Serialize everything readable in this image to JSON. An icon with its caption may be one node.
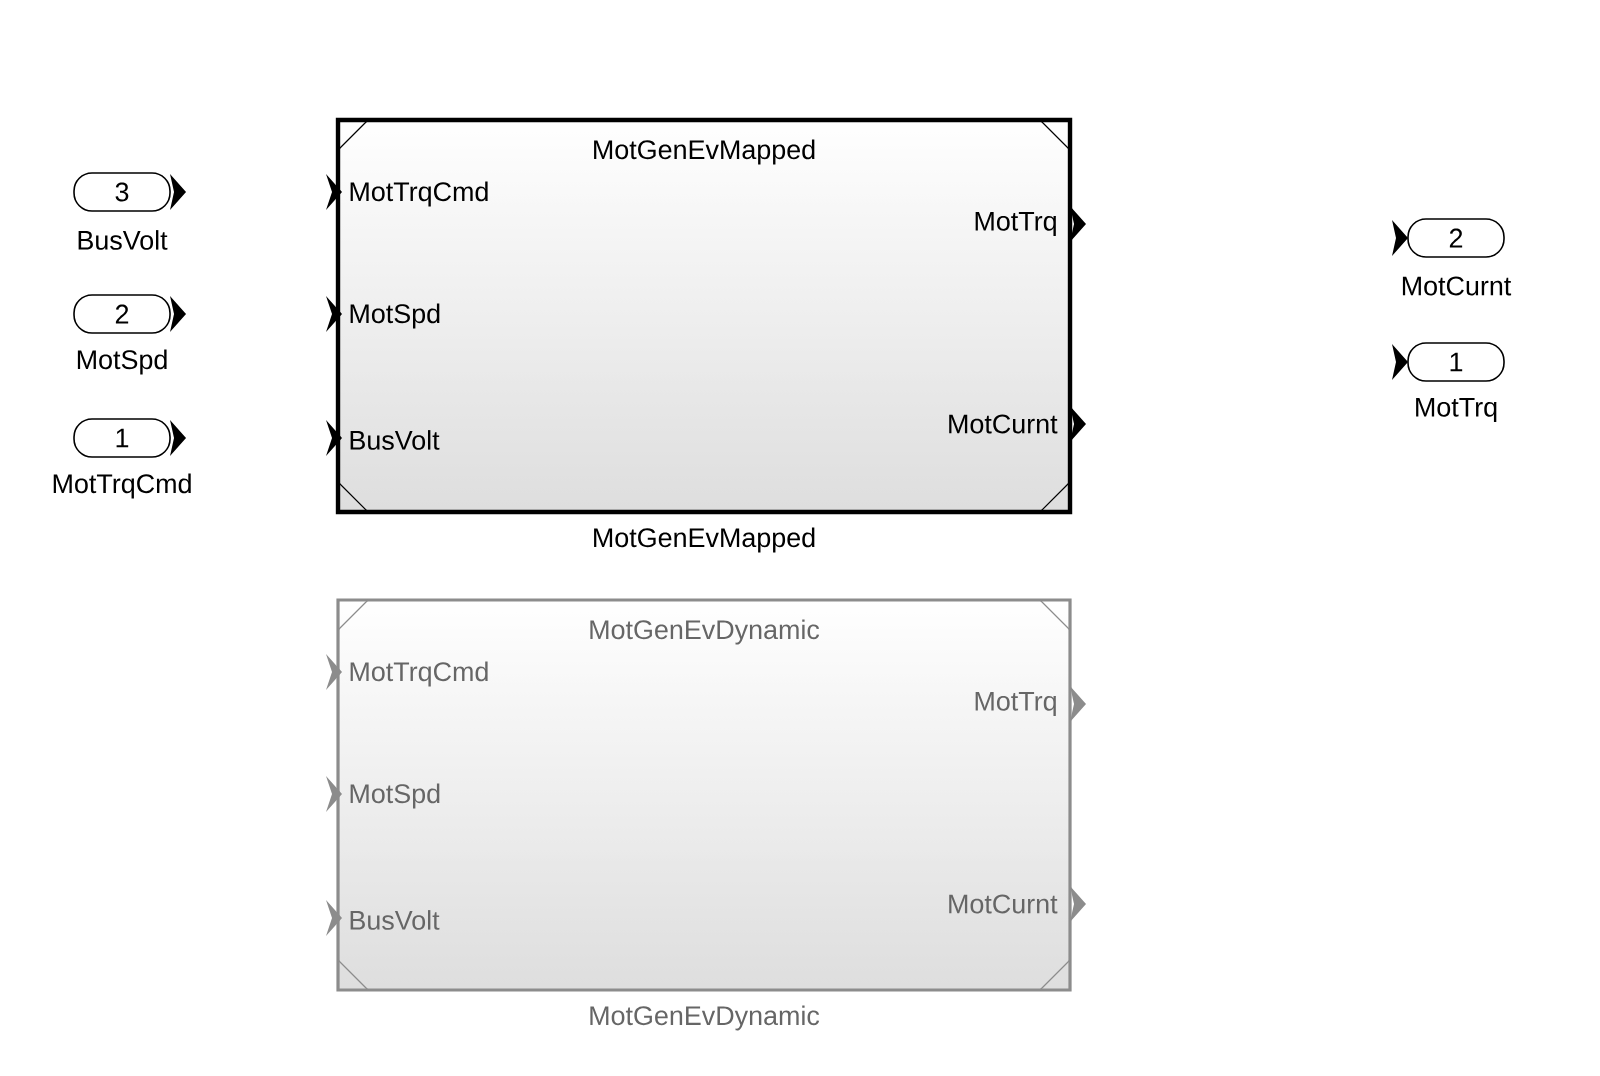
{
  "diagram": {
    "nodes": [
      {
        "text": [
          "3"
        ],
        "beside": [
          "BusVolt"
        ]
      },
      {
        "text": [
          "2"
        ],
        "beside": [
          "MotSpd"
        ]
      },
      {
        "text": [
          "1"
        ],
        "beside": [
          "MotTrqCmd"
        ]
      },
      {
        "text": [
          "MotGenEvMapped",
          "MotTrqCmd",
          "MotSpd",
          "BusVolt",
          "MotTrq",
          "MotCurnt"
        ],
        "beside": [
          "MotGenEvMapped"
        ]
      },
      {
        "text": [
          "MotGenEvDynamic",
          "MotTrqCmd",
          "MotSpd",
          "BusVolt",
          "MotTrq",
          "MotCurnt"
        ],
        "beside": [
          "MotGenEvDynamic"
        ]
      },
      {
        "text": [
          "2"
        ],
        "beside": [
          "MotCurnt"
        ]
      },
      {
        "text": [
          "1"
        ],
        "beside": [
          "MotTrq"
        ]
      }
    ]
  }
}
